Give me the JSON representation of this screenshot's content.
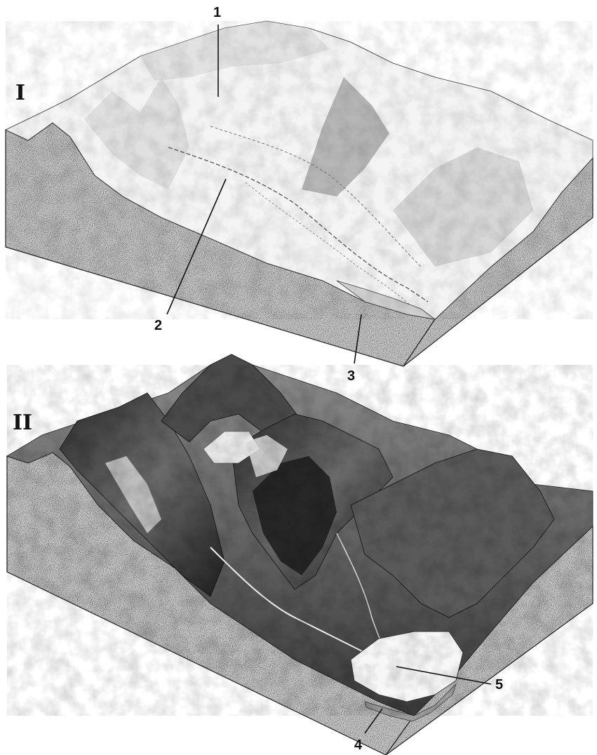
{
  "panels": [
    {
      "label": "I"
    },
    {
      "label": "II"
    }
  ],
  "callouts": {
    "c1": "1",
    "c2": "2",
    "c3": "3",
    "c4": "4",
    "c5": "5"
  }
}
